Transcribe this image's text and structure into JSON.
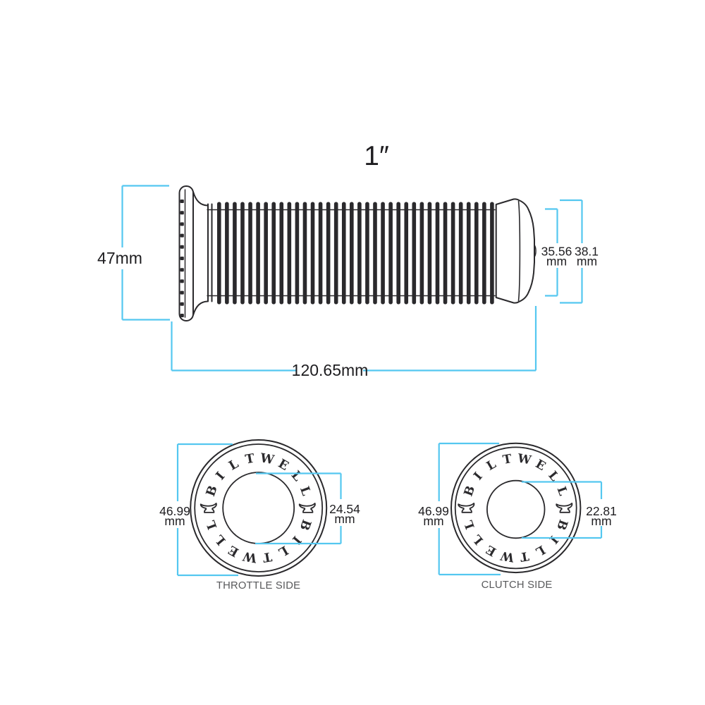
{
  "title_label": "1″",
  "colors": {
    "dimension_line": "#54C7F0",
    "artwork_line": "#2A292C",
    "caption_text": "#58595B",
    "dimension_text": "#1E1D20"
  },
  "side_view": {
    "height": "47mm",
    "length": "120.65mm",
    "cap_inner": {
      "value": "35.56",
      "unit": "mm"
    },
    "cap_outer": {
      "value": "38.1",
      "unit": "mm"
    }
  },
  "throttle": {
    "caption": "THROTTLE SIDE",
    "ring_text": "BILTWELL",
    "outer_dia": {
      "value": "46.99",
      "unit": "mm"
    },
    "inner_dia": {
      "value": "24.54",
      "unit": "mm"
    }
  },
  "clutch": {
    "caption": "CLUTCH SIDE",
    "ring_text": "BILTWELL",
    "outer_dia": {
      "value": "46.99",
      "unit": "mm"
    },
    "inner_dia": {
      "value": "22.81",
      "unit": "mm"
    }
  }
}
